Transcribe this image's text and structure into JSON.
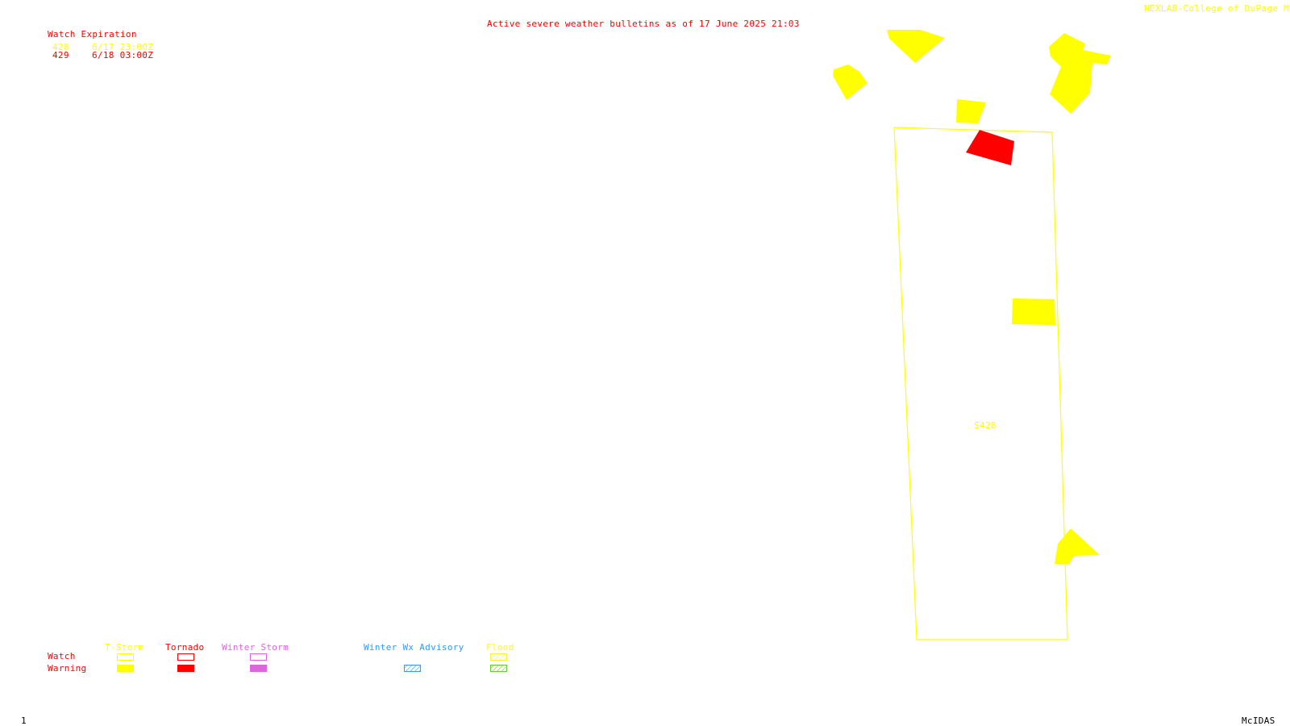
{
  "header": {
    "title": "Active severe weather bulletins as of 17 June 2025 21:03",
    "credit": "NEXLAB-College of DuPage Meteorology"
  },
  "watch_table": {
    "heading": "Watch Expiration",
    "rows": [
      {
        "id": "428",
        "expires": "6/17 23:00Z",
        "color": "#ffff00"
      },
      {
        "id": "429",
        "expires": "6/18 03:00Z",
        "color": "#ff0000"
      }
    ]
  },
  "map": {
    "watch_label": "S428",
    "colors": {
      "tstorm": "#ffff00",
      "tornado": "#ff0000"
    }
  },
  "legend": {
    "row_labels": {
      "watch": "Watch",
      "warning": "Warning"
    },
    "columns": [
      {
        "label": "T-Storm",
        "color": "#ffff00"
      },
      {
        "label": "Tornado",
        "color": "#ff0000"
      },
      {
        "label": "Winter Storm",
        "color": "#dd66dd"
      },
      {
        "label": "Winter Wx Advisory",
        "color": "#3399ff"
      },
      {
        "label": "Flood",
        "color": "#ffee44"
      }
    ],
    "flood_warning_color": "#66cc33"
  },
  "footer": {
    "frame": "1",
    "software": "McIDAS"
  }
}
